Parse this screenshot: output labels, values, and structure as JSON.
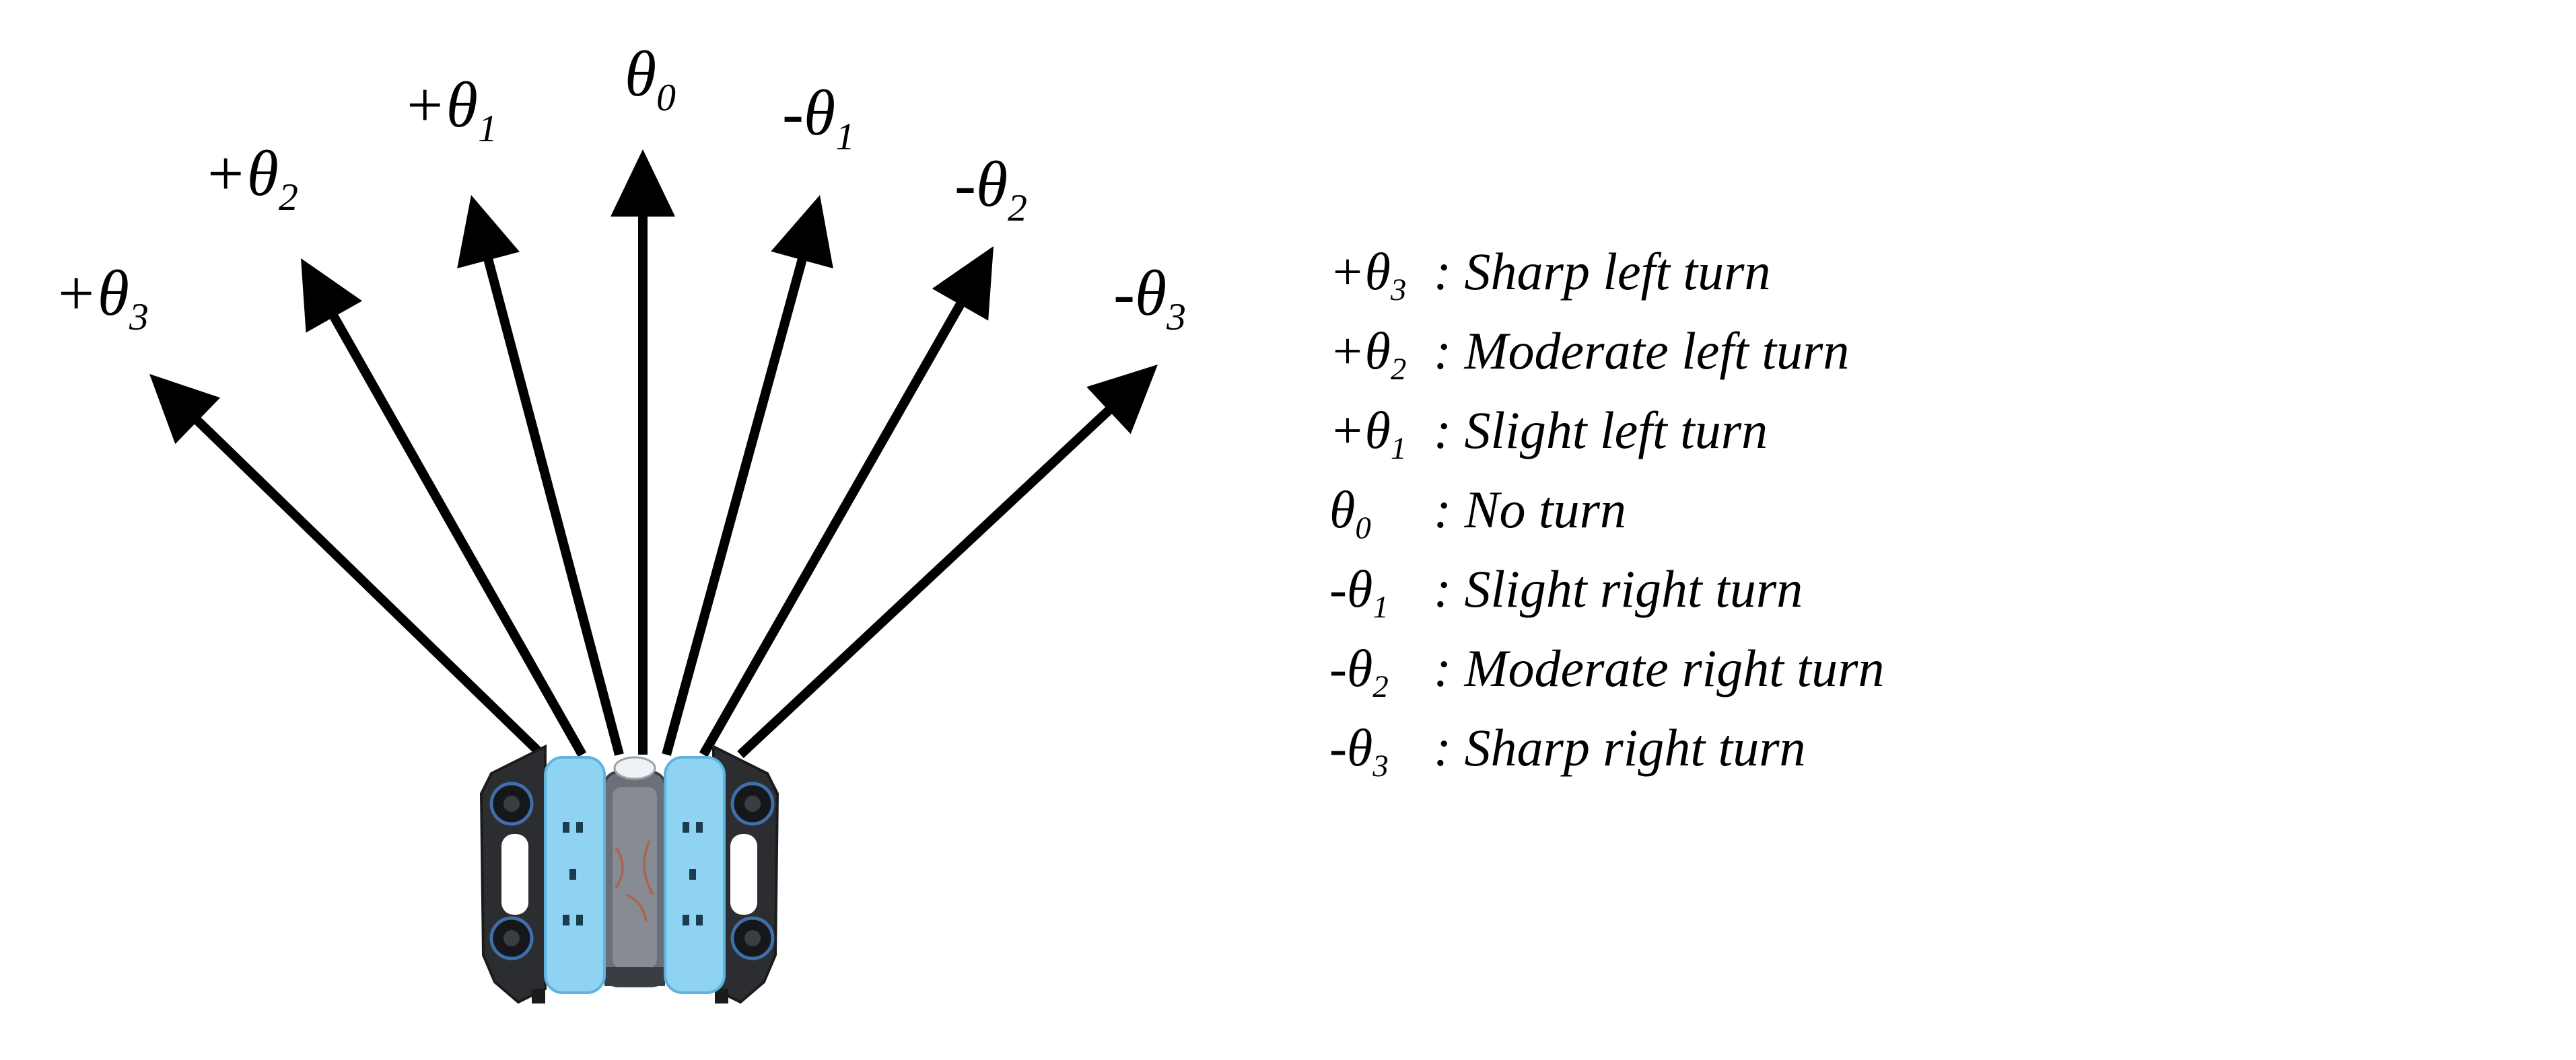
{
  "colors": {
    "arrow": "#000000",
    "pontoon": "#8fd3f3",
    "pontoon_edge": "#5fb3dc",
    "frame": "#2b2d30",
    "hull": "#5a5f66"
  },
  "icons": {
    "robot": "underwater-robot-icon",
    "arrow": "arrowhead-icon"
  },
  "arrows": [
    {
      "sign": "+",
      "symbol": "θ",
      "index": "3",
      "label": "+θ3"
    },
    {
      "sign": "+",
      "symbol": "θ",
      "index": "2",
      "label": "+θ2"
    },
    {
      "sign": "+",
      "symbol": "θ",
      "index": "1",
      "label": "+θ1"
    },
    {
      "sign": "",
      "symbol": "θ",
      "index": "0",
      "label": "θ0"
    },
    {
      "sign": "-",
      "symbol": "θ",
      "index": "1",
      "label": "-θ1"
    },
    {
      "sign": "-",
      "symbol": "θ",
      "index": "2",
      "label": "-θ2"
    },
    {
      "sign": "-",
      "symbol": "θ",
      "index": "3",
      "label": "-θ3"
    }
  ],
  "legend": [
    {
      "sign": "+",
      "symbol": "θ",
      "index": "3",
      "separator": ":",
      "description": "Sharp left turn"
    },
    {
      "sign": "+",
      "symbol": "θ",
      "index": "2",
      "separator": ":",
      "description": "Moderate left turn"
    },
    {
      "sign": "+",
      "symbol": "θ",
      "index": "1",
      "separator": ":",
      "description": "Slight left turn"
    },
    {
      "sign": "",
      "symbol": "θ",
      "index": "0",
      "separator": ":",
      "description": "No turn"
    },
    {
      "sign": "-",
      "symbol": "θ",
      "index": "1",
      "separator": ":",
      "description": "Slight right turn"
    },
    {
      "sign": "-",
      "symbol": "θ",
      "index": "2",
      "separator": ":",
      "description": "Moderate right turn"
    },
    {
      "sign": "-",
      "symbol": "θ",
      "index": "3",
      "separator": ":",
      "description": "Sharp right turn"
    }
  ]
}
